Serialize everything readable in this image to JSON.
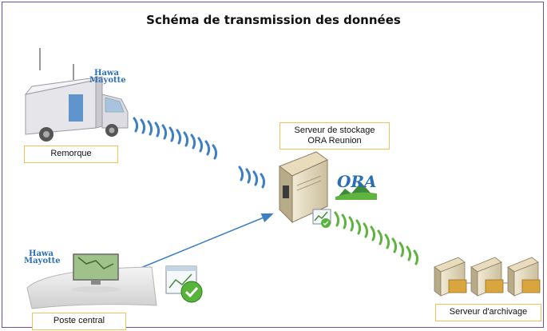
{
  "title": "Schéma de transmission des données",
  "labels": {
    "remorque": "Remorque",
    "serveur_line1": "Serveur de stockage",
    "serveur_line2": "ORA Reunion",
    "poste": "Poste central",
    "archive": "Serveur d'archivage"
  },
  "logos": {
    "hawa_line1": "Hawa",
    "hawa_line2": "Mayotte",
    "ora": "ORA"
  },
  "colors": {
    "frame": "#6b4fa0",
    "label_border": "#f3c05a",
    "wave_blue": "#3d7fc4",
    "wave_green": "#5fb33f",
    "arrow": "#3d7fc4"
  }
}
